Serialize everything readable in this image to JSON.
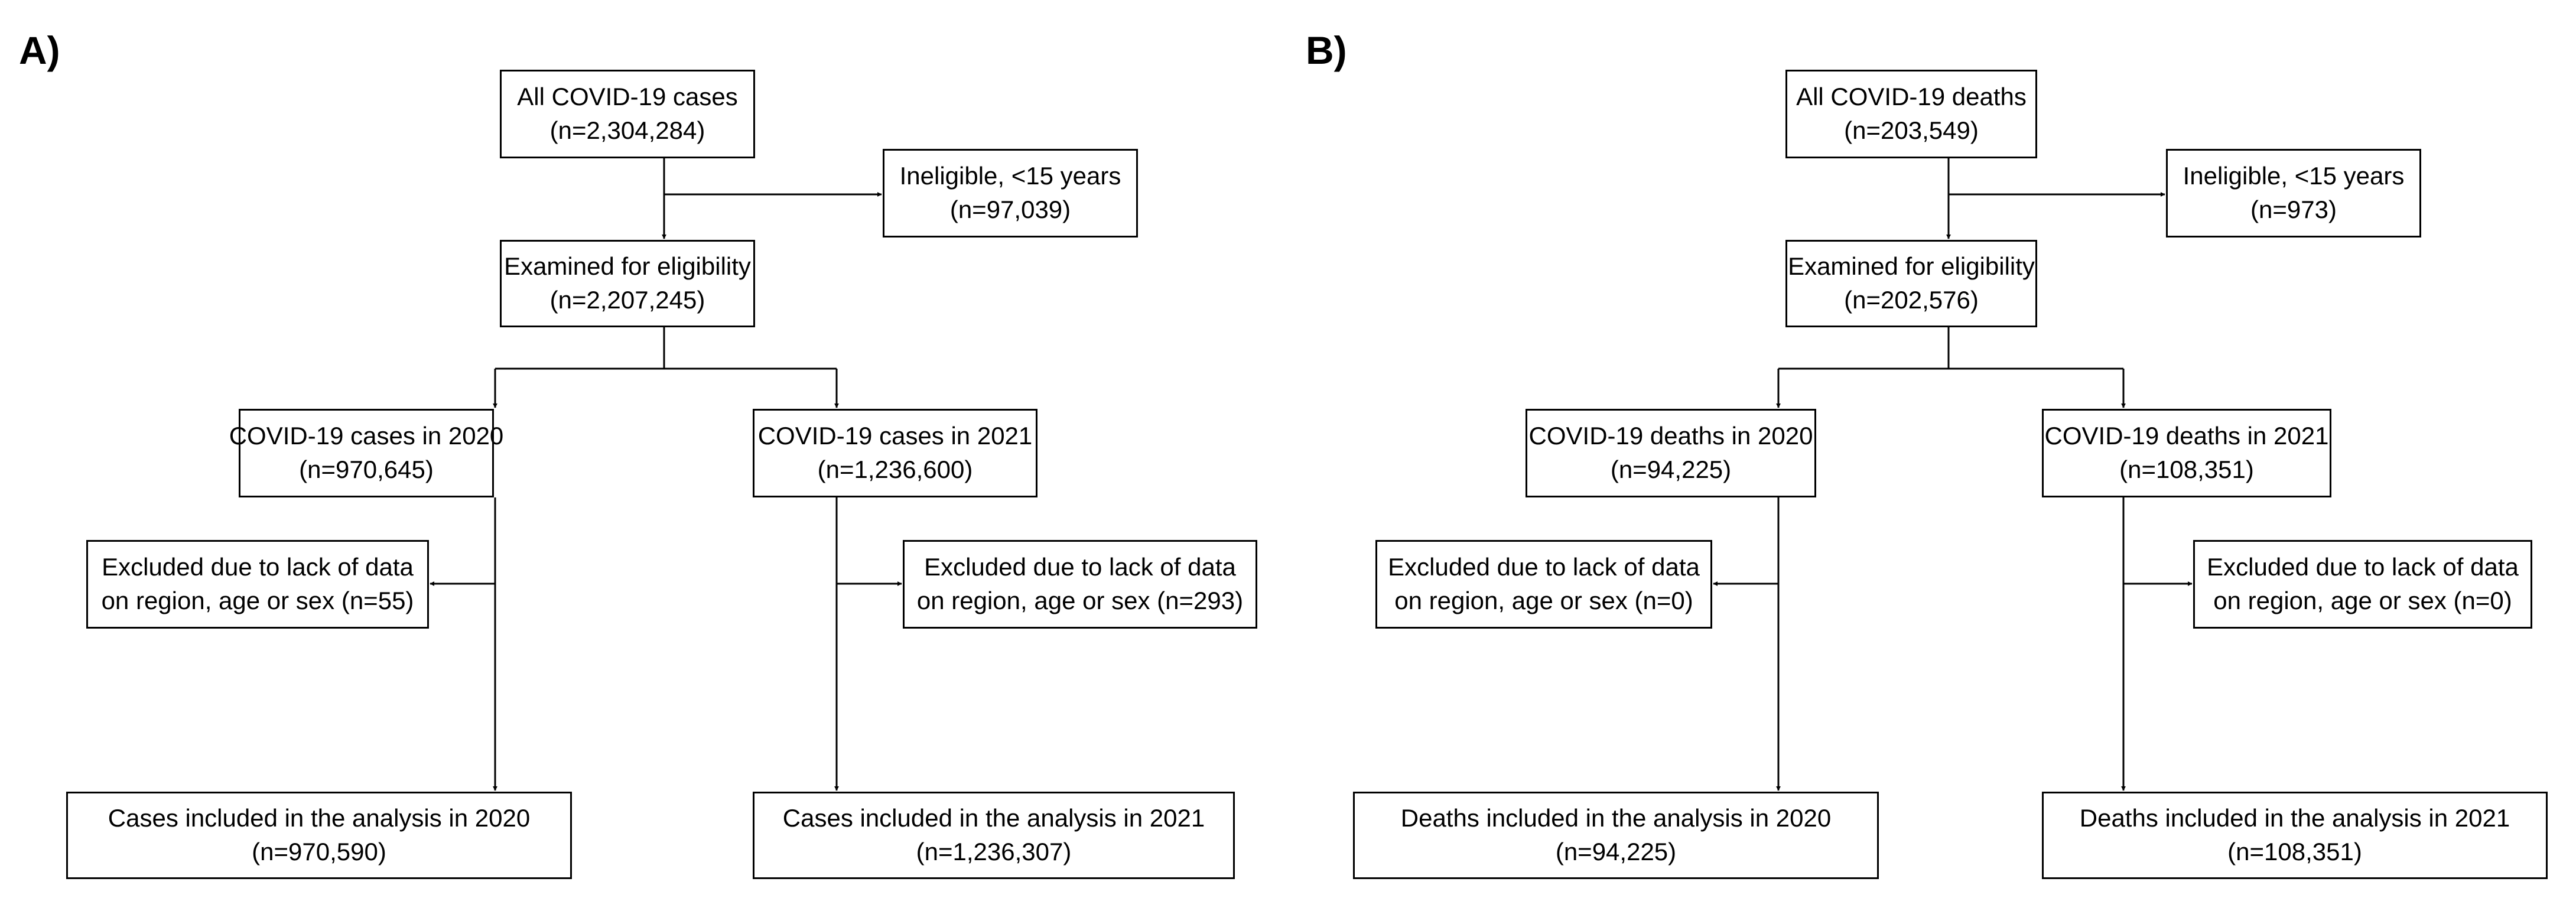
{
  "panels": [
    {
      "label": "A)",
      "boxes": {
        "all": [
          "All COVID-19 cases",
          "(n=2,304,284)"
        ],
        "ineligible": [
          "Ineligible, <15 years",
          "(n=97,039)"
        ],
        "examined": [
          "Examined for eligibility",
          "(n=2,207,245)"
        ],
        "y2020": [
          "COVID-19 cases in 2020",
          "(n=970,645)"
        ],
        "y2021": [
          "COVID-19 cases in 2021",
          "(n=1,236,600)"
        ],
        "excl2020": [
          "Excluded due to lack of data",
          "on region, age or sex (n=55)"
        ],
        "excl2021": [
          "Excluded due to lack of data",
          "on region, age or sex (n=293)"
        ],
        "incl2020": [
          "Cases included in the analysis in 2020",
          "(n=970,590)"
        ],
        "incl2021": [
          "Cases included in the analysis in 2021",
          "(n=1,236,307)"
        ]
      }
    },
    {
      "label": "B)",
      "boxes": {
        "all": [
          "All COVID-19 deaths",
          "(n=203,549)"
        ],
        "ineligible": [
          "Ineligible, <15 years",
          "(n=973)"
        ],
        "examined": [
          "Examined for eligibility",
          "(n=202,576)"
        ],
        "y2020": [
          "COVID-19 deaths in 2020",
          "(n=94,225)"
        ],
        "y2021": [
          "COVID-19 deaths in 2021",
          "(n=108,351)"
        ],
        "excl2020": [
          "Excluded due to lack of data",
          "on region, age or sex (n=0)"
        ],
        "excl2021": [
          "Excluded due to lack of data",
          "on region, age or sex (n=0)"
        ],
        "incl2020": [
          "Deaths included in the analysis in 2020",
          "(n=94,225)"
        ],
        "incl2021": [
          "Deaths included in the analysis in 2021",
          "(n=108,351)"
        ]
      }
    }
  ]
}
